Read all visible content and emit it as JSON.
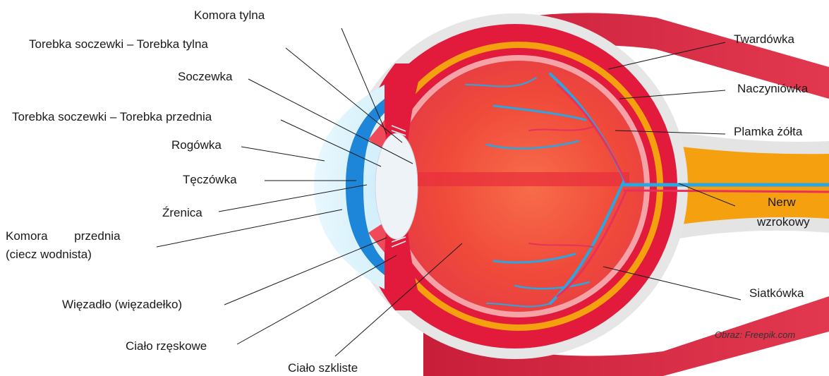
{
  "labels": {
    "komora_tylna": "Komora tylna",
    "torebka_tylna": "Torebka soczewki – Torebka tylna",
    "soczewka": "Soczewka",
    "torebka_przednia": "Torebka soczewki – Torebka przednia",
    "rogowka": "Rogówka",
    "teczowka": "Tęczówka",
    "zrenica": "Źrenica",
    "komora_przednia_1": "Komora        przednia",
    "komora_przednia_2": "(ciecz wodnista)",
    "wiezadlo": "Więzadło (więzadełko)",
    "cialo_rzeskowe": "Ciało rzęskowe",
    "cialo_szkliste": "Ciało szkliste",
    "twardowka": "Twardówka",
    "naczyniowka": "Naczyniówka",
    "plamka_zolta": "Plamka żółta",
    "nerw_1": "Nerw",
    "nerw_2": "wzrokowy",
    "siatkowka": "Siatkówka"
  },
  "credit": "Obraz: Freepik.com",
  "colors": {
    "sclera": "#e6e6e6",
    "choroid_red": "#e21b3c",
    "orange": "#f5a00f",
    "vitreous": "#f04a3a",
    "vessel_blue": "#2aa6e0",
    "cornea_blue": "#1d86d8",
    "lens": "#eef3f8",
    "muscle": "#d8243f"
  }
}
